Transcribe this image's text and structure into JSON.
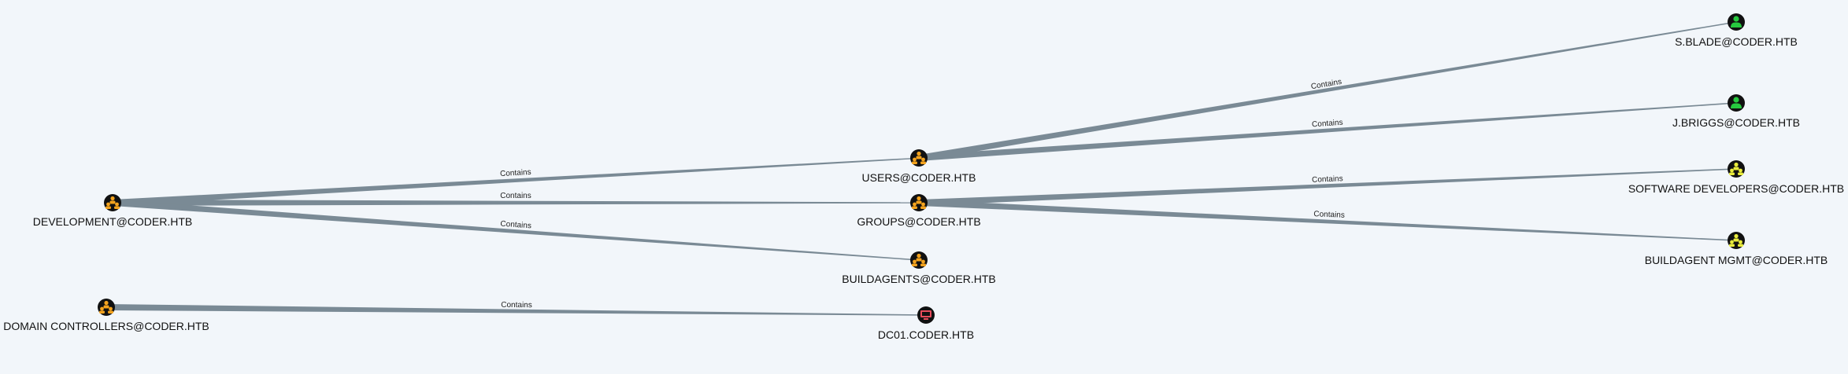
{
  "graph": {
    "edge_label": "Contains",
    "nodes": {
      "development": {
        "label": "DEVELOPMENT@CODER.HTB",
        "icon": "group-icon"
      },
      "domain_controllers": {
        "label": "DOMAIN CONTROLLERS@CODER.HTB",
        "icon": "group-icon"
      },
      "users": {
        "label": "USERS@CODER.HTB",
        "icon": "group-icon"
      },
      "groups": {
        "label": "GROUPS@CODER.HTB",
        "icon": "group-icon"
      },
      "buildagents": {
        "label": "BUILDAGENTS@CODER.HTB",
        "icon": "group-icon"
      },
      "dc01": {
        "label": "DC01.CODER.HTB",
        "icon": "computer-icon"
      },
      "s_blade": {
        "label": "S.BLADE@CODER.HTB",
        "icon": "user-icon"
      },
      "j_briggs": {
        "label": "J.BRIGGS@CODER.HTB",
        "icon": "user-icon"
      },
      "software_developers": {
        "label": "SOFTWARE DEVELOPERS@CODER.HTB",
        "icon": "highlighted-group-icon"
      },
      "buildagent_mgmt": {
        "label": "BUILDAGENT MGMT@CODER.HTB",
        "icon": "highlighted-group-icon"
      }
    },
    "colors": {
      "edge": "#7a8a95",
      "group_node_bg": "#111111",
      "group_node_fg": "#f4a31e",
      "user_node_bg": "#111111",
      "user_node_fg": "#27c93f",
      "highlight_node_bg": "#111111",
      "highlight_node_fg": "#e9ec3c",
      "computer_node_bg": "#111111",
      "computer_node_fg": "#e74c5c"
    }
  }
}
